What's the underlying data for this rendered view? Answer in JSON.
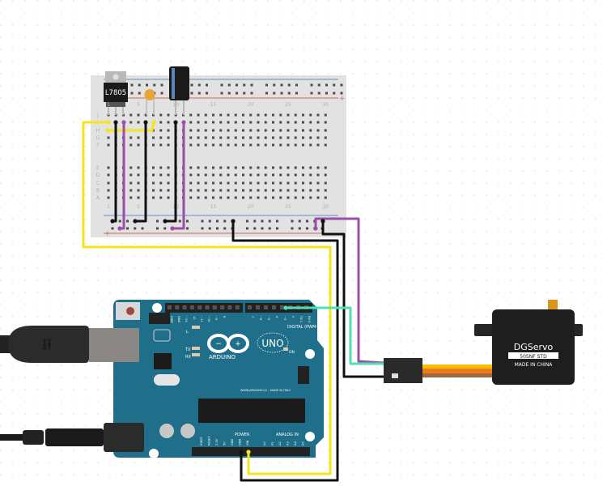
{
  "breadboard": {
    "row_labels_top": [
      "J",
      "I",
      "H",
      "G",
      "F"
    ],
    "row_labels_bottom": [
      "E",
      "D",
      "C",
      "B",
      "A"
    ],
    "column_labels": [
      "1",
      "5",
      "10",
      "15",
      "20",
      "25",
      "30"
    ],
    "rail_plus": "+",
    "rail_minus": "-"
  },
  "regulator": {
    "label": "L7805"
  },
  "arduino": {
    "brand": "ARDUINO",
    "model": "UNO",
    "digital_label": "DIGITAL (PWM~)",
    "power_label": "POWER",
    "analog_label": "ANALOG IN",
    "tx": "TX",
    "rx": "RX",
    "on": "ON",
    "l": "L",
    "made_in": "WWW.ARDUINO.CC - MADE IN ITALY",
    "digital_pins": [
      "AREF",
      "GND",
      "~13",
      "12",
      "~11",
      "~10",
      "~9",
      "8",
      "7",
      "~6",
      "~5",
      "4",
      "~3",
      "2",
      "TX 1",
      "RX 0"
    ],
    "power_pins": [
      "IOREF",
      "RESET",
      "3.3V",
      "5V",
      "GND",
      "GND",
      "VIN"
    ],
    "analog_pins": [
      "A0",
      "A1",
      "A2",
      "A3",
      "A4",
      "A5"
    ]
  },
  "servo": {
    "brand": "DGServo",
    "model": "505NF STD",
    "origin": "MADE IN CHINA"
  },
  "colors": {
    "wire_yellow": "#f5e51d",
    "wire_black": "#111111",
    "wire_purple": "#9b4fa6",
    "wire_teal": "#4ee0b2",
    "board": "#1f6f8b",
    "breadboard": "#e2e2e2",
    "servo_signal": "#f5c000",
    "servo_power": "#f07a1a",
    "servo_ground": "#9a6a45"
  },
  "icons": {
    "usb": "usb-icon"
  }
}
